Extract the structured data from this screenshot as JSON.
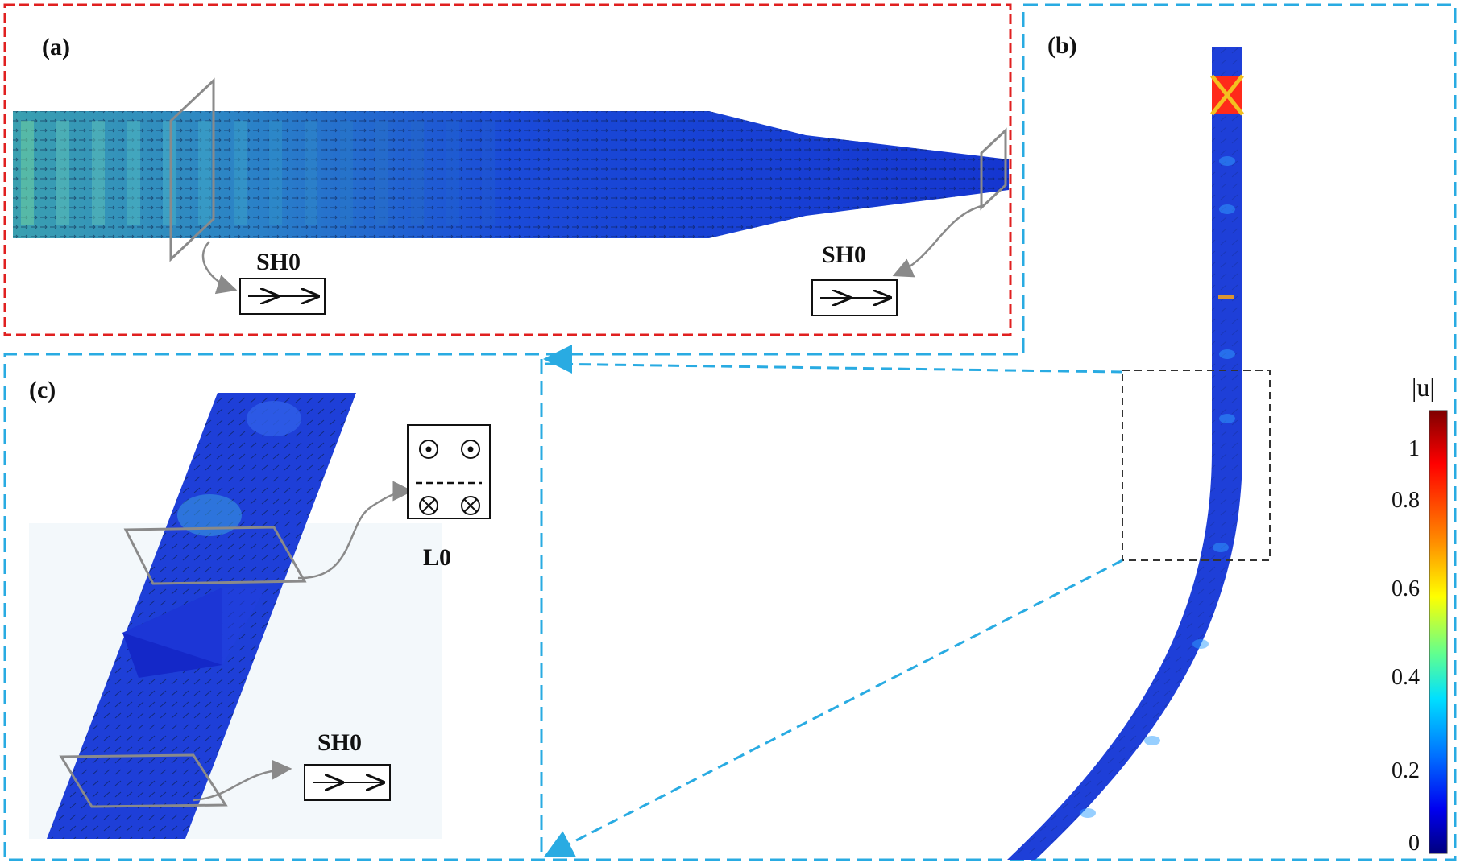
{
  "figure": {
    "panels": {
      "a": {
        "label": "(a)",
        "mode_in": "SH0",
        "mode_out": "SH0"
      },
      "b": {
        "label": "(b)"
      },
      "c": {
        "label": "(c)",
        "mode_top": "L0",
        "mode_bottom": "SH0"
      }
    },
    "colorbar": {
      "title": "|u|",
      "ticks": [
        "1",
        "0.8",
        "0.6",
        "0.4",
        "0.2",
        "0"
      ],
      "colormap": [
        "#7f0000",
        "#ff0000",
        "#ff8000",
        "#ffff00",
        "#80ff80",
        "#00ffff",
        "#0080ff",
        "#0000ff",
        "#00007f"
      ]
    },
    "colors": {
      "panel_a_border": "#e02020",
      "panel_bc_border": "#29abe2",
      "field_blue": "#1e3fd8",
      "field_cyan": "#3fc0c8",
      "gray_arrow": "#8a8a8a"
    }
  }
}
